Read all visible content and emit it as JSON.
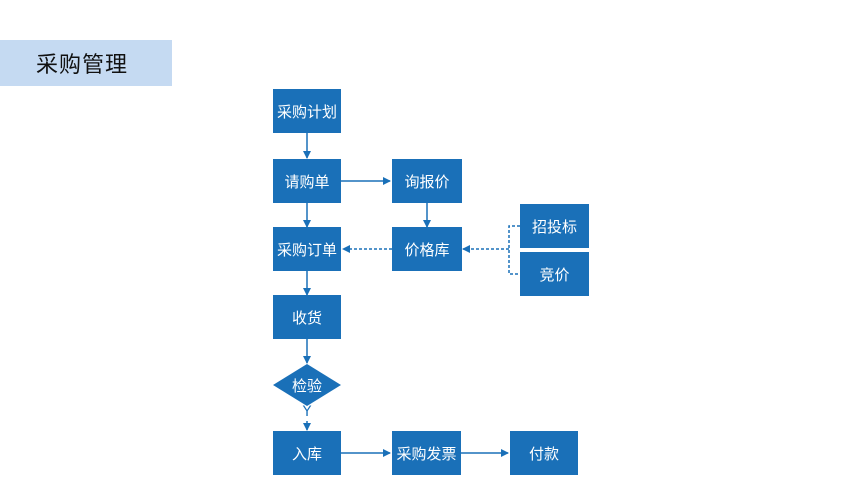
{
  "header": {
    "title": "采购管理"
  },
  "colors": {
    "node_fill": "#1a70b8",
    "banner_fill": "#c5daf2",
    "connector": "#1a70b8"
  },
  "flowchart": {
    "nodes": {
      "purchase_plan": "采购计划",
      "requisition": "请购单",
      "inquiry": "询报价",
      "price_library": "价格库",
      "tender": "招投标",
      "bidding": "竞价",
      "purchase_order": "采购订单",
      "receiving": "收货",
      "inspection": "检验",
      "warehousing": "入库",
      "purchase_invoice": "采购发票",
      "payment": "付款"
    },
    "inspection_yes_label": "Y"
  }
}
